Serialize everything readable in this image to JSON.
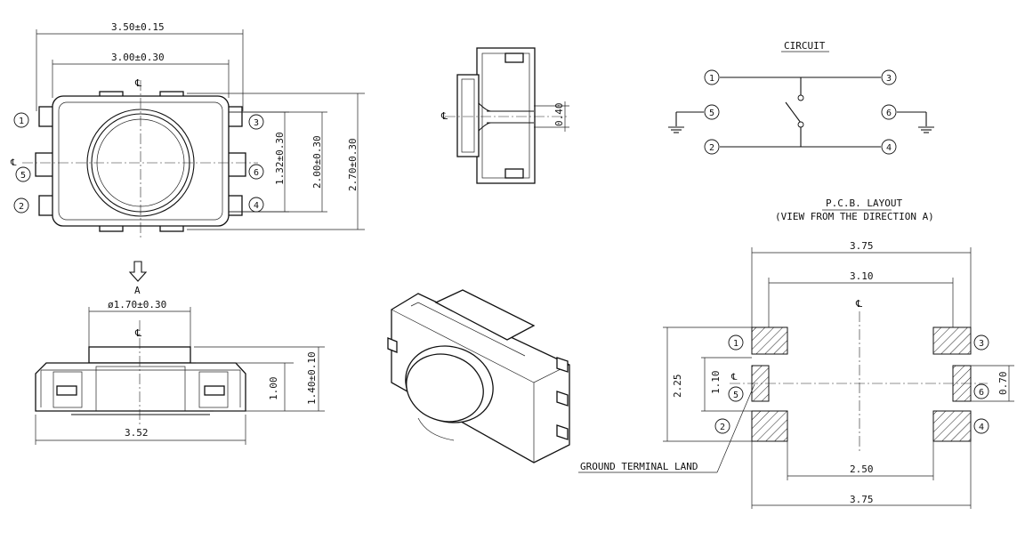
{
  "top_view": {
    "dim_overall_width": "3.50±0.15",
    "dim_body_width": "3.00±0.30",
    "dim_pin_span": "1.32±0.30",
    "dim_body_height": "2.00±0.30",
    "dim_overall_height": "2.70±0.30",
    "centerline": "℄",
    "pins": [
      "1",
      "2",
      "3",
      "4",
      "5",
      "6"
    ]
  },
  "side_view": {
    "dim_actuator_diameter": "ø1.70±0.30",
    "dim_body_height": "1.00",
    "dim_total_height": "1.40±0.10",
    "dim_length": "3.52",
    "direction_label": "A",
    "centerline": "℄"
  },
  "end_view": {
    "dim_terminal": "0.40",
    "centerline": "℄"
  },
  "circuit": {
    "title": "CIRCUIT",
    "pins": [
      "1",
      "2",
      "3",
      "4",
      "5",
      "6"
    ]
  },
  "pcb_layout": {
    "title": "P.C.B. LAYOUT",
    "subtitle": "(VIEW FROM THE DIRECTION A)",
    "dim_outer_top": "3.75",
    "dim_inner_top": "3.10",
    "dim_inner_bottom": "2.50",
    "dim_outer_bottom": "3.75",
    "dim_height": "2.25",
    "dim_mid_height": "1.10",
    "dim_ground_land": "0.70",
    "ground_label": "GROUND TERMINAL LAND",
    "centerline": "℄",
    "pins": [
      "1",
      "2",
      "3",
      "4",
      "5",
      "6"
    ]
  }
}
